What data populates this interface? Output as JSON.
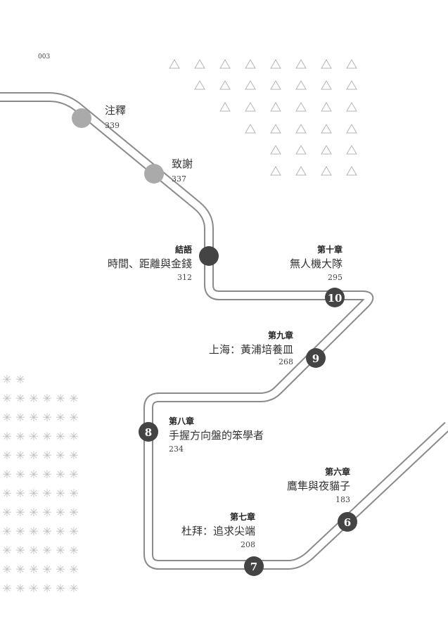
{
  "page_number": "003",
  "entries": [
    {
      "chapter": "",
      "title": "注釋",
      "page": "339",
      "station": ""
    },
    {
      "chapter": "",
      "title": "致謝",
      "page": "337",
      "station": ""
    },
    {
      "chapter": "結語",
      "title": "時間、距離與金錢",
      "page": "312",
      "station": ""
    },
    {
      "chapter": "第十章",
      "title": "無人機大隊",
      "page": "295",
      "station": "10"
    },
    {
      "chapter": "第九章",
      "title": "上海：黃浦培養皿",
      "page": "268",
      "station": "9"
    },
    {
      "chapter": "第八章",
      "title": "手握方向盤的笨學者",
      "page": "234",
      "station": "8"
    },
    {
      "chapter": "第七章",
      "title": "杜拜：追求尖端",
      "page": "208",
      "station": "7"
    },
    {
      "chapter": "第六章",
      "title": "鷹隼與夜貓子",
      "page": "183",
      "station": "6"
    }
  ],
  "colors": {
    "route": "#8a8a8a",
    "station_light": "#aaaaaa",
    "station_dark": "#444444",
    "decor": "#b5b5b5"
  }
}
